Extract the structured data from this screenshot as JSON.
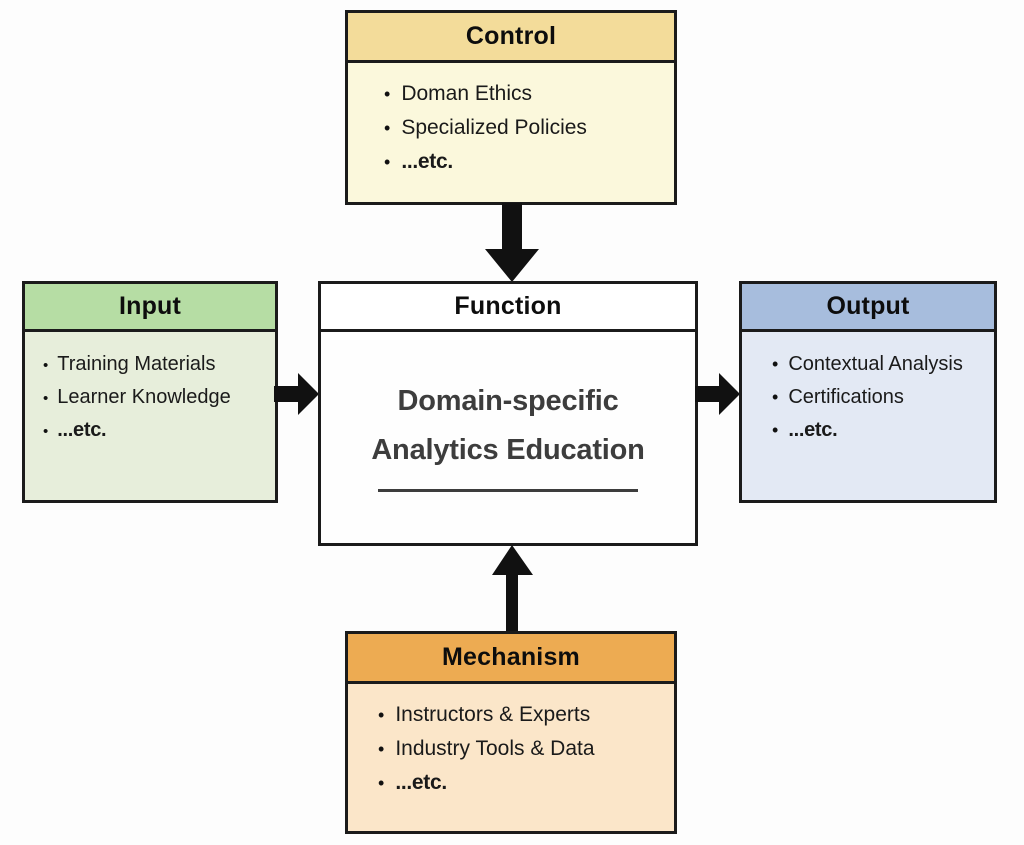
{
  "diagram": {
    "type": "IDEF0 / SIPOC function block",
    "background": "#fdfdfd"
  },
  "control": {
    "title": "Control",
    "header_color": "#f3dc9a",
    "body_color": "#fbf8dc",
    "items": [
      "Doman Ethics",
      "Specialized Policies",
      "...etc."
    ]
  },
  "input": {
    "title": "Input",
    "header_color": "#b6dda4",
    "body_color": "#e7eedb",
    "items": [
      "Training Materials",
      "Learner Knowledge",
      "...etc."
    ]
  },
  "function": {
    "title": "Function",
    "header_color": "#ffffff",
    "body_color": "#fefefe",
    "line1": "Domain-specific",
    "line2": "Analytics Education"
  },
  "output": {
    "title": "Output",
    "header_color": "#a7bddd",
    "body_color": "#e3e9f4",
    "items": [
      "Contextual Analysis",
      "Certifications",
      "...etc."
    ]
  },
  "mechanism": {
    "title": "Mechanism",
    "header_color": "#edab52",
    "body_color": "#fbe6c9",
    "items": [
      "Instructors & Experts",
      "Industry Tools & Data",
      "...etc."
    ]
  },
  "arrows": {
    "bullet_glyph": "•",
    "control_to_function": "arrow-down",
    "input_to_function": "arrow-right",
    "function_to_output": "arrow-right",
    "mechanism_to_function": "arrow-up",
    "color": "#111111"
  }
}
